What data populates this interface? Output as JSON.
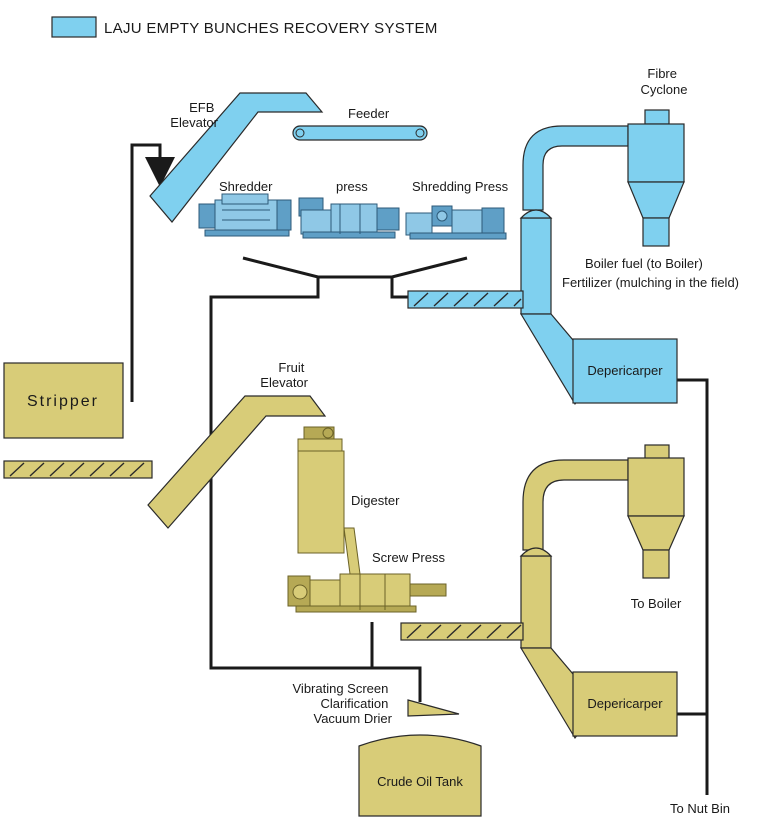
{
  "legend": {
    "label": "LAJU EMPTY BUNCHES RECOVERY SYSTEM",
    "color": "#7fd0ef"
  },
  "labels": {
    "efb_elevator": [
      "EFB",
      "Elevator"
    ],
    "feeder": "Feeder",
    "shredder": "Shredder",
    "press": "press",
    "shredding_press": "Shredding Press",
    "fibre_cyclone": [
      "Fibre",
      "Cyclone"
    ],
    "boiler_fuel": "Boiler fuel (to Boiler)",
    "fertilizer": "Fertilizer (mulching in the field)",
    "depericarper_top": "Depericarper",
    "stripper": "Stripper",
    "fruit_elevator": [
      "Fruit",
      "Elevator"
    ],
    "digester": "Digester",
    "screw_press": "Screw Press",
    "to_boiler": "To Boiler",
    "depericarper_bottom": "Depericarper",
    "vibrating_screen": [
      "Vibrating Screen",
      "Clarification",
      "Vacuum Drier"
    ],
    "crude_oil_tank": "Crude Oil Tank",
    "to_nut_bin": "To Nut Bin"
  },
  "colors": {
    "efb_system": "#7fd0ef",
    "oil_system": "#d8cc78",
    "lines": "#1a1a1a"
  }
}
